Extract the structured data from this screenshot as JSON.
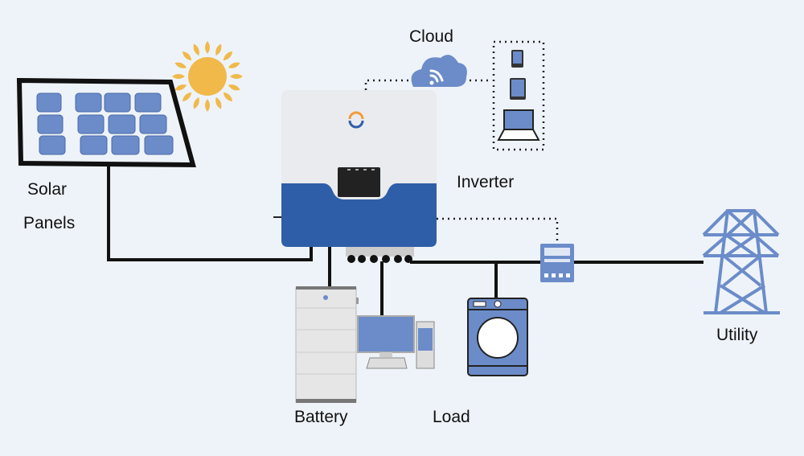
{
  "labels": {
    "solar_line1": "Solar",
    "solar_line2": "Panels",
    "cloud": "Cloud",
    "inverter": "Inverter",
    "battery": "Battery",
    "load": "Load",
    "utility": "Utility"
  },
  "colors": {
    "background": "#eef3f9",
    "accent_blue": "#6b8cc9",
    "inverter_blue": "#2f5ea8",
    "sun": "#f0b94a",
    "wire": "#111111"
  },
  "icons": [
    "sun-icon",
    "solar-panel-icon",
    "inverter-icon",
    "cloud-wifi-icon",
    "phone-icon",
    "tablet-icon",
    "laptop-icon",
    "battery-icon",
    "computer-icon",
    "washing-machine-icon",
    "energy-meter-icon",
    "power-tower-icon"
  ]
}
